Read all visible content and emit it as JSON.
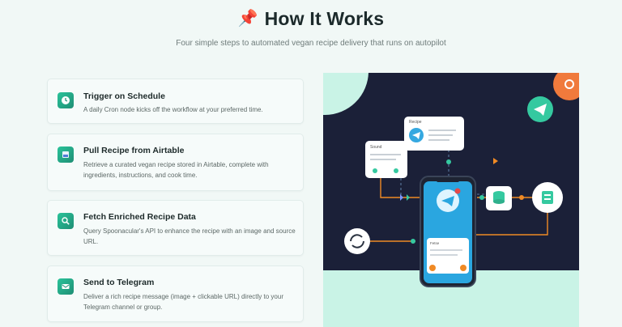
{
  "header": {
    "title": "How It Works",
    "subtitle": "Four simple steps to automated vegan recipe delivery that runs on autopilot",
    "pin_icon": "pushpin-icon"
  },
  "steps": [
    {
      "title": "Trigger on Schedule",
      "description": "A daily Cron node kicks off the workflow at your preferred time.",
      "icon": "clock-icon"
    },
    {
      "title": "Pull Recipe from Airtable",
      "description": "Retrieve a curated vegan recipe stored in Airtable, complete with ingredients, instructions, and cook time.",
      "icon": "database-icon"
    },
    {
      "title": "Fetch Enriched Recipe Data",
      "description": "Query Spoonacular's API to enhance the recipe with an image and source URL.",
      "icon": "magnifier-icon"
    },
    {
      "title": "Send to Telegram",
      "description": "Deliver a rich recipe message (image + clickable URL) directly to your Telegram channel or group.",
      "icon": "send-icon"
    }
  ],
  "illustration": {
    "card_recipe_label": "Recipe",
    "card_sound_label": "Sound",
    "phone_card_label": "Fetse",
    "colors": {
      "navy": "#1b2038",
      "mint": "#c9f3e6",
      "accent": "#f08a24",
      "green": "#35c9a0"
    }
  }
}
